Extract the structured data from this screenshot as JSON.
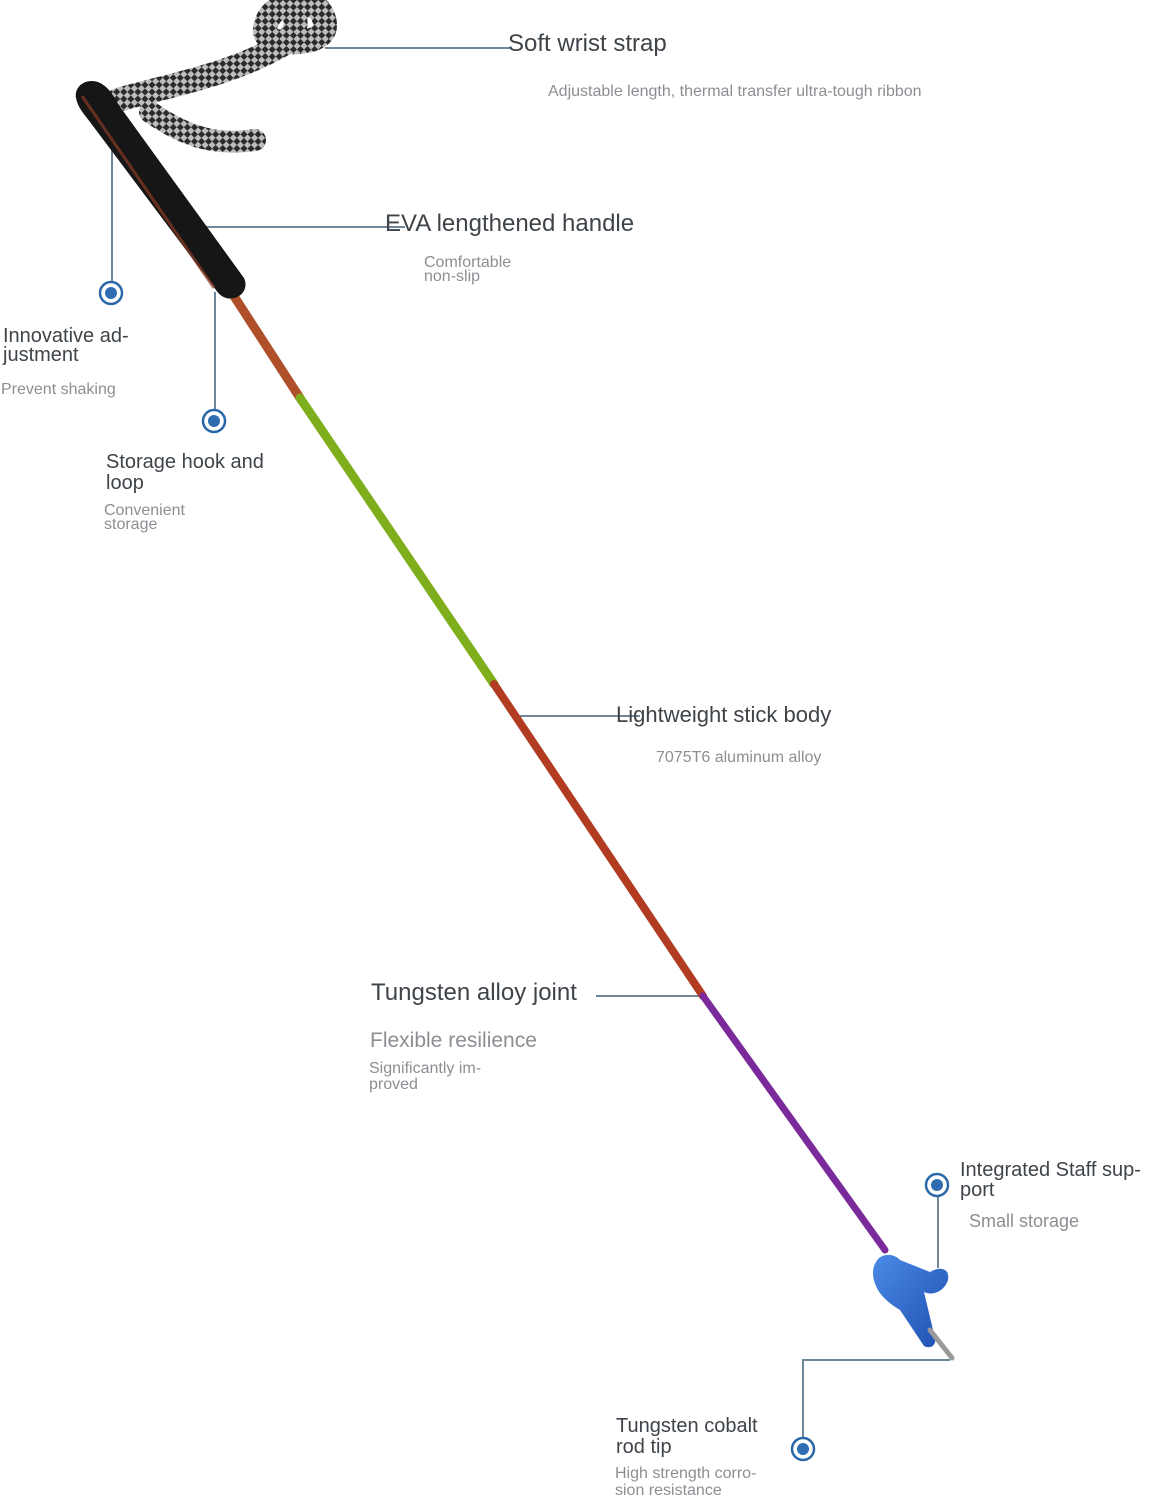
{
  "product": "trekking pole",
  "colors": {
    "leader_line": "#6f8797",
    "marker_ring": "#2a67a8",
    "marker_fill": "#2f6db0",
    "title_text": "#3e4449",
    "desc_text": "#8b8f93",
    "handle": "#161616",
    "shaft_upper": "#b0502a",
    "shaft_green": "#7fae1c",
    "shaft_red": "#b23c22",
    "shaft_purple": "#7a2a9a",
    "tip": "#2f6fd2"
  },
  "callouts": {
    "wrist_strap": {
      "title": "Soft wrist strap",
      "desc": "Adjustable length, thermal transfer ultra-tough ribbon"
    },
    "handle": {
      "title": "EVA lengthened handle",
      "desc_line1": "Comfortable",
      "desc_line2": "non-slip"
    },
    "adjustment": {
      "title_line1": "Innovative ad-",
      "title_line2": "justment",
      "desc": "Prevent shaking"
    },
    "storage_hook": {
      "title_line1": "Storage hook and",
      "title_line2": "loop",
      "desc_line1": "Convenient",
      "desc_line2": "storage"
    },
    "stick_body": {
      "title": "Lightweight stick body",
      "desc": "7075T6 aluminum alloy"
    },
    "joint": {
      "title": "Tungsten alloy joint",
      "subtitle": "Flexible resilience",
      "desc_line1": "Significantly im-",
      "desc_line2": "proved"
    },
    "staff_support": {
      "title_line1": "Integrated Staff sup-",
      "title_line2": "port",
      "desc": "Small storage"
    },
    "tip": {
      "title_line1": "Tungsten cobalt",
      "title_line2": "rod tip",
      "desc_line1": "High strength corro-",
      "desc_line2": "sion resistance"
    }
  }
}
